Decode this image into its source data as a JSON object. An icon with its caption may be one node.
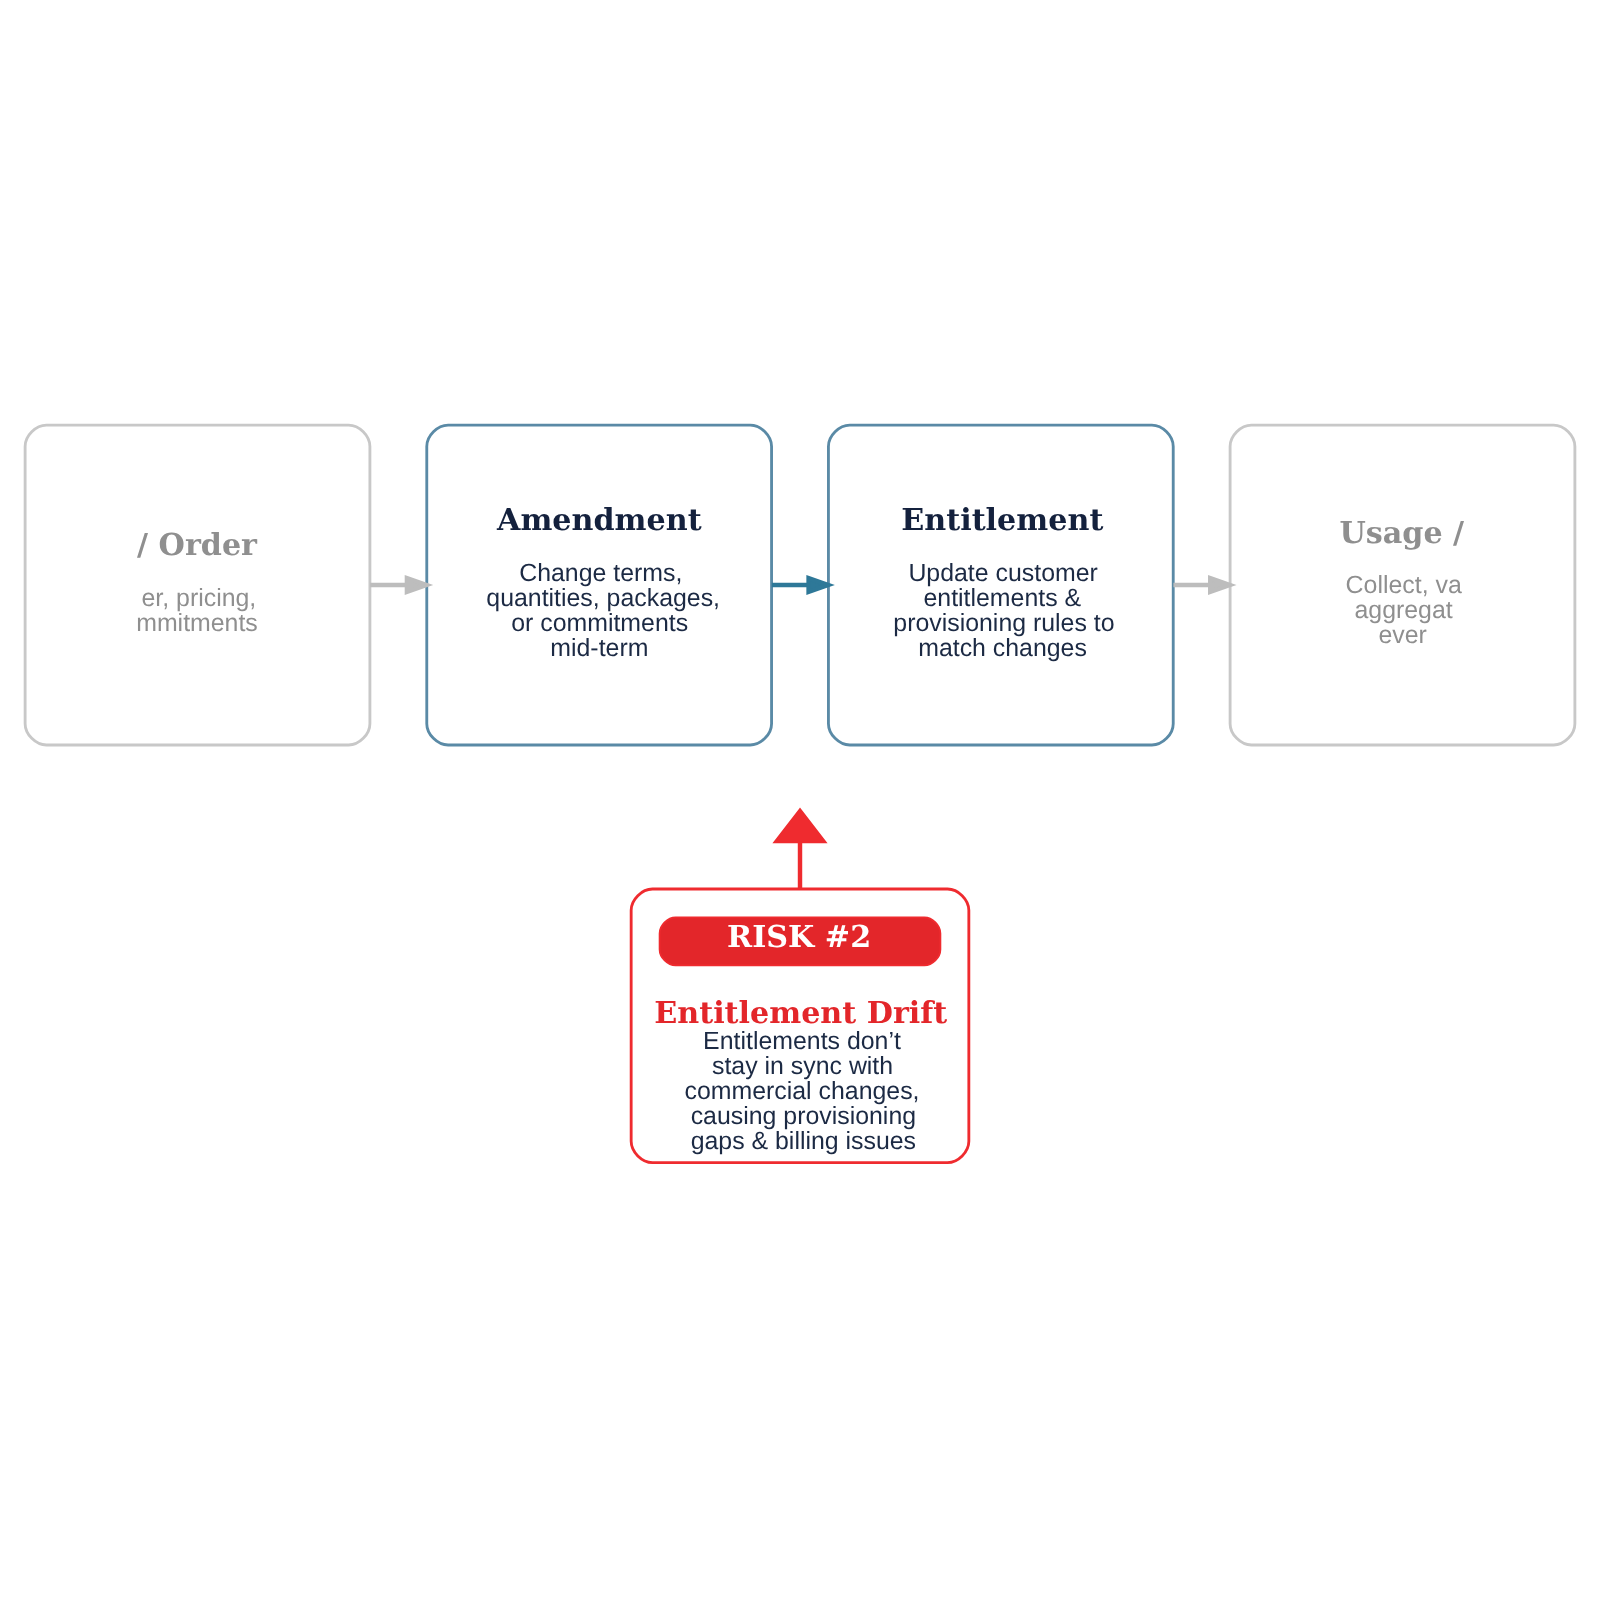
{
  "diagram": {
    "nodes": [
      {
        "text": [
          "/ Order",
          "er, pricing, mmitments"
        ]
      },
      {
        "text": [
          "Amendment",
          "Change terms, quantities, packages, or commitments mid-term"
        ]
      },
      {
        "text": [
          "Entitlement",
          "Update customer entitlements & provisioning rules to match changes"
        ]
      },
      {
        "text": [
          "Usage /",
          "Collect, va aggregat ever"
        ]
      },
      {
        "text": [],
        "shape": "triangle"
      },
      {
        "text": [
          "Entitlement Drift",
          "Entitlements don’t stay in sync with commercial changes, causing provisioning gaps & billing issues"
        ]
      },
      {
        "text": [
          "RISK #2"
        ],
        "in": 5
      }
    ],
    "edges": [
      {
        "from": 0,
        "to": 1,
        "arrow": "to"
      },
      {
        "from": 1,
        "to": 2,
        "arrow": "to",
        "color": "#2e7898"
      },
      {
        "from": 2,
        "to": 3,
        "arrow": "to"
      },
      {
        "from": 4,
        "to": 5,
        "arrow": "none",
        "color": "#ef2b2f"
      }
    ]
  }
}
